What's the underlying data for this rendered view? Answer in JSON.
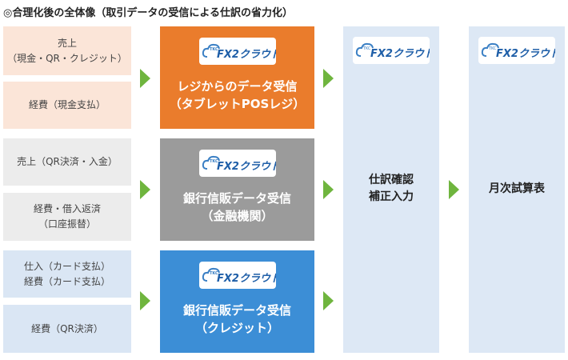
{
  "title": "◎合理化後の全体像（取引データの受信による仕訳の省力化）",
  "logo_text": "TKC FX2クラウド",
  "sources": [
    {
      "lines": [
        "売上",
        "（現金・QR・クレジット）"
      ]
    },
    {
      "lines": [
        "経費（現金支払）"
      ]
    },
    {
      "lines": [
        "売上（QR決済・入金）"
      ]
    },
    {
      "lines": [
        "経費・借入返済",
        "（口座振替）"
      ]
    },
    {
      "lines": [
        "仕入（カード支払）",
        "経費（カード支払）"
      ]
    },
    {
      "lines": [
        "経費（QR決済）"
      ]
    }
  ],
  "receivers": [
    {
      "lines": [
        "レジからのデータ受信",
        "（タブレットPOSレジ）"
      ],
      "color": "#ea7c2c"
    },
    {
      "lines": [
        "銀行信販データ受信",
        "（金融機関）"
      ],
      "color": "#9b9b9b"
    },
    {
      "lines": [
        "銀行信販データ受信",
        "（クレジット）"
      ],
      "color": "#3c8ed6"
    }
  ],
  "journal": {
    "lines": [
      "仕訳確認",
      "補正入力"
    ]
  },
  "trial_balance": {
    "label": "月次試算表"
  },
  "arrow_color": "#6fb53e"
}
